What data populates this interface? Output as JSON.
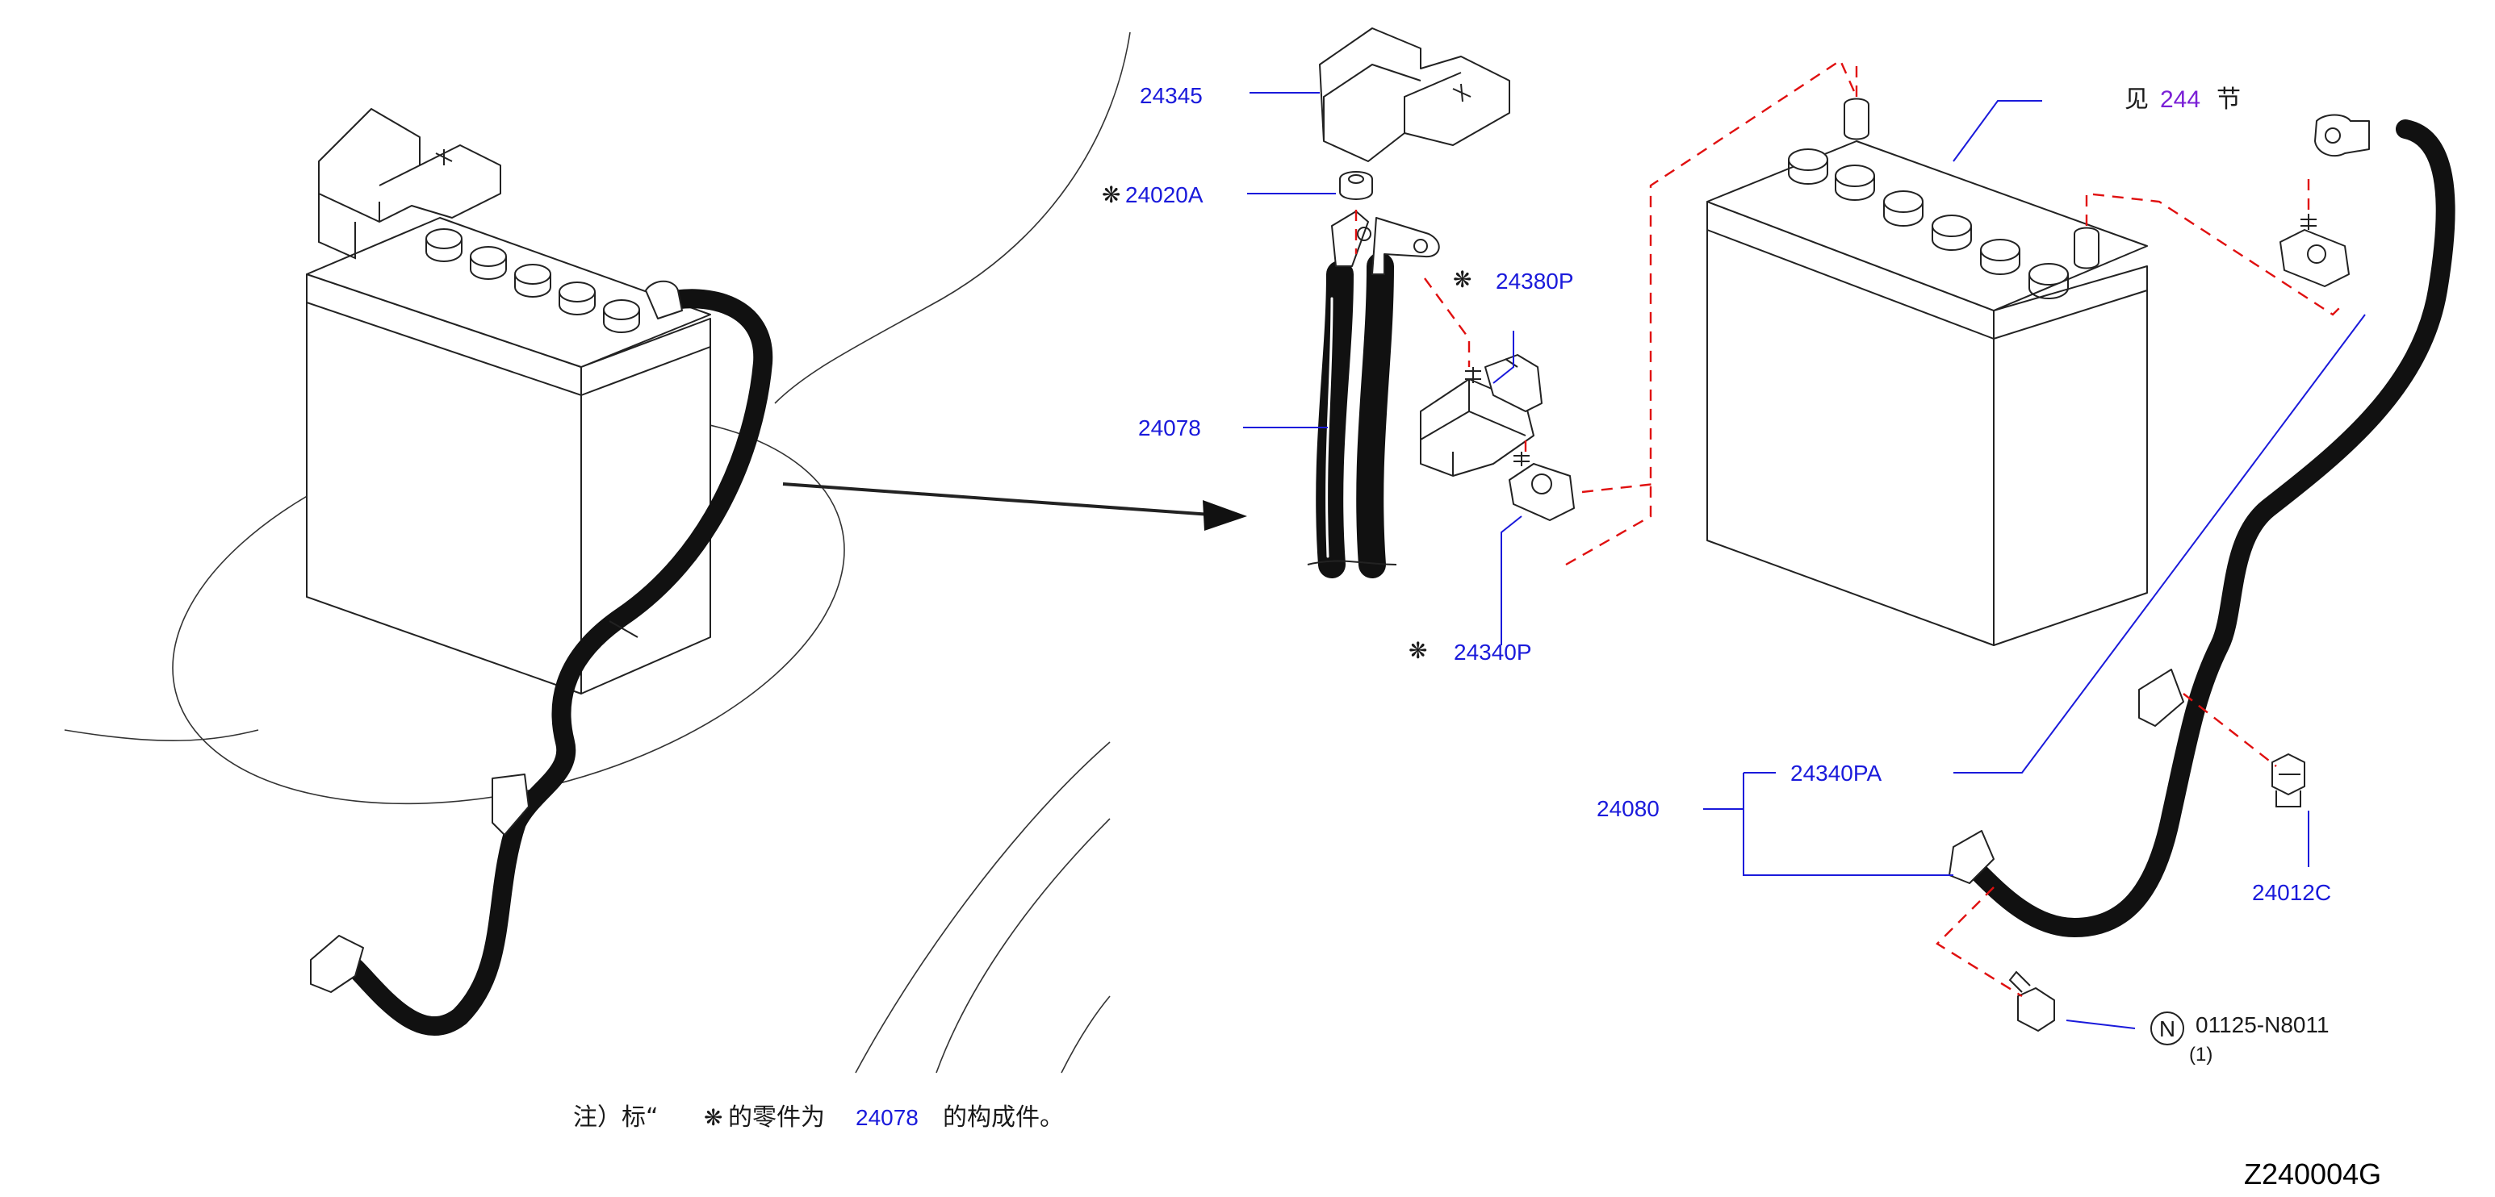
{
  "callouts": {
    "p24345": "24345",
    "p24020A": "24020A",
    "p24380P": "24380P",
    "p24078": "24078",
    "p24340P": "24340P",
    "see_prefix": "见",
    "see_ref": "244",
    "see_suffix": "节",
    "p24080": "24080",
    "p24340PA": "24340PA",
    "p24012C": "24012C",
    "n_circle": "N",
    "p01125": "01125-N8011",
    "qty": "(1)"
  },
  "note": {
    "prefix": "注）标“",
    "middle": "的零件为",
    "part": "24078",
    "suffix": "的构成件。"
  },
  "drawing_code": "Z240004G",
  "symbols": {
    "component_mark": "❋"
  },
  "colors": {
    "callout_blue": "#1a1adb",
    "reference_purple": "#7a1fd6",
    "dashed_red": "#e01010"
  }
}
